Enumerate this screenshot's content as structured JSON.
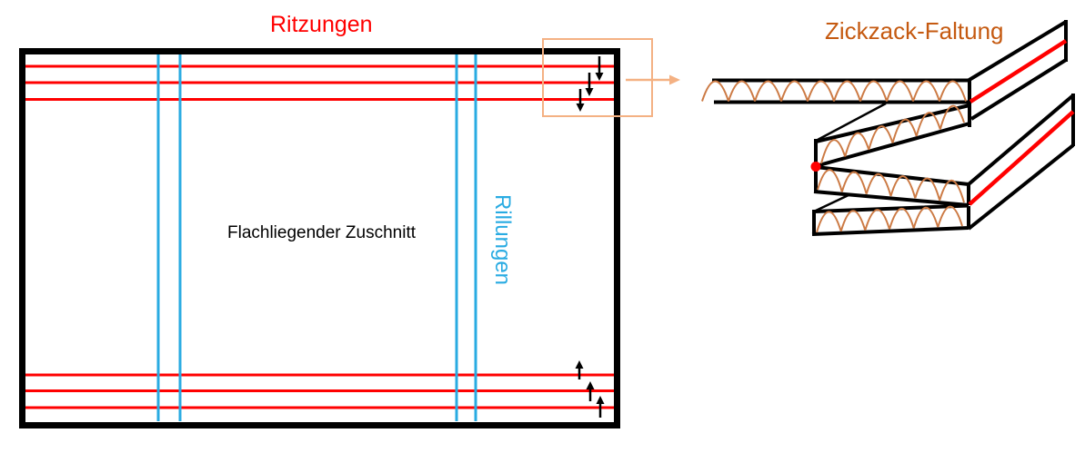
{
  "labels": {
    "scorings": "Ritzungen",
    "creases": "Rillungen",
    "flat_blank": "Flachliegender Zuschnitt",
    "zigzag_folding": "Zickzack-Faltung"
  },
  "colors": {
    "red": "#FF0000",
    "blue": "#29ABE2",
    "orange": "#C55A11",
    "orange-light": "#F4B183",
    "flute": "#CC7A44",
    "ink": "#000000"
  }
}
